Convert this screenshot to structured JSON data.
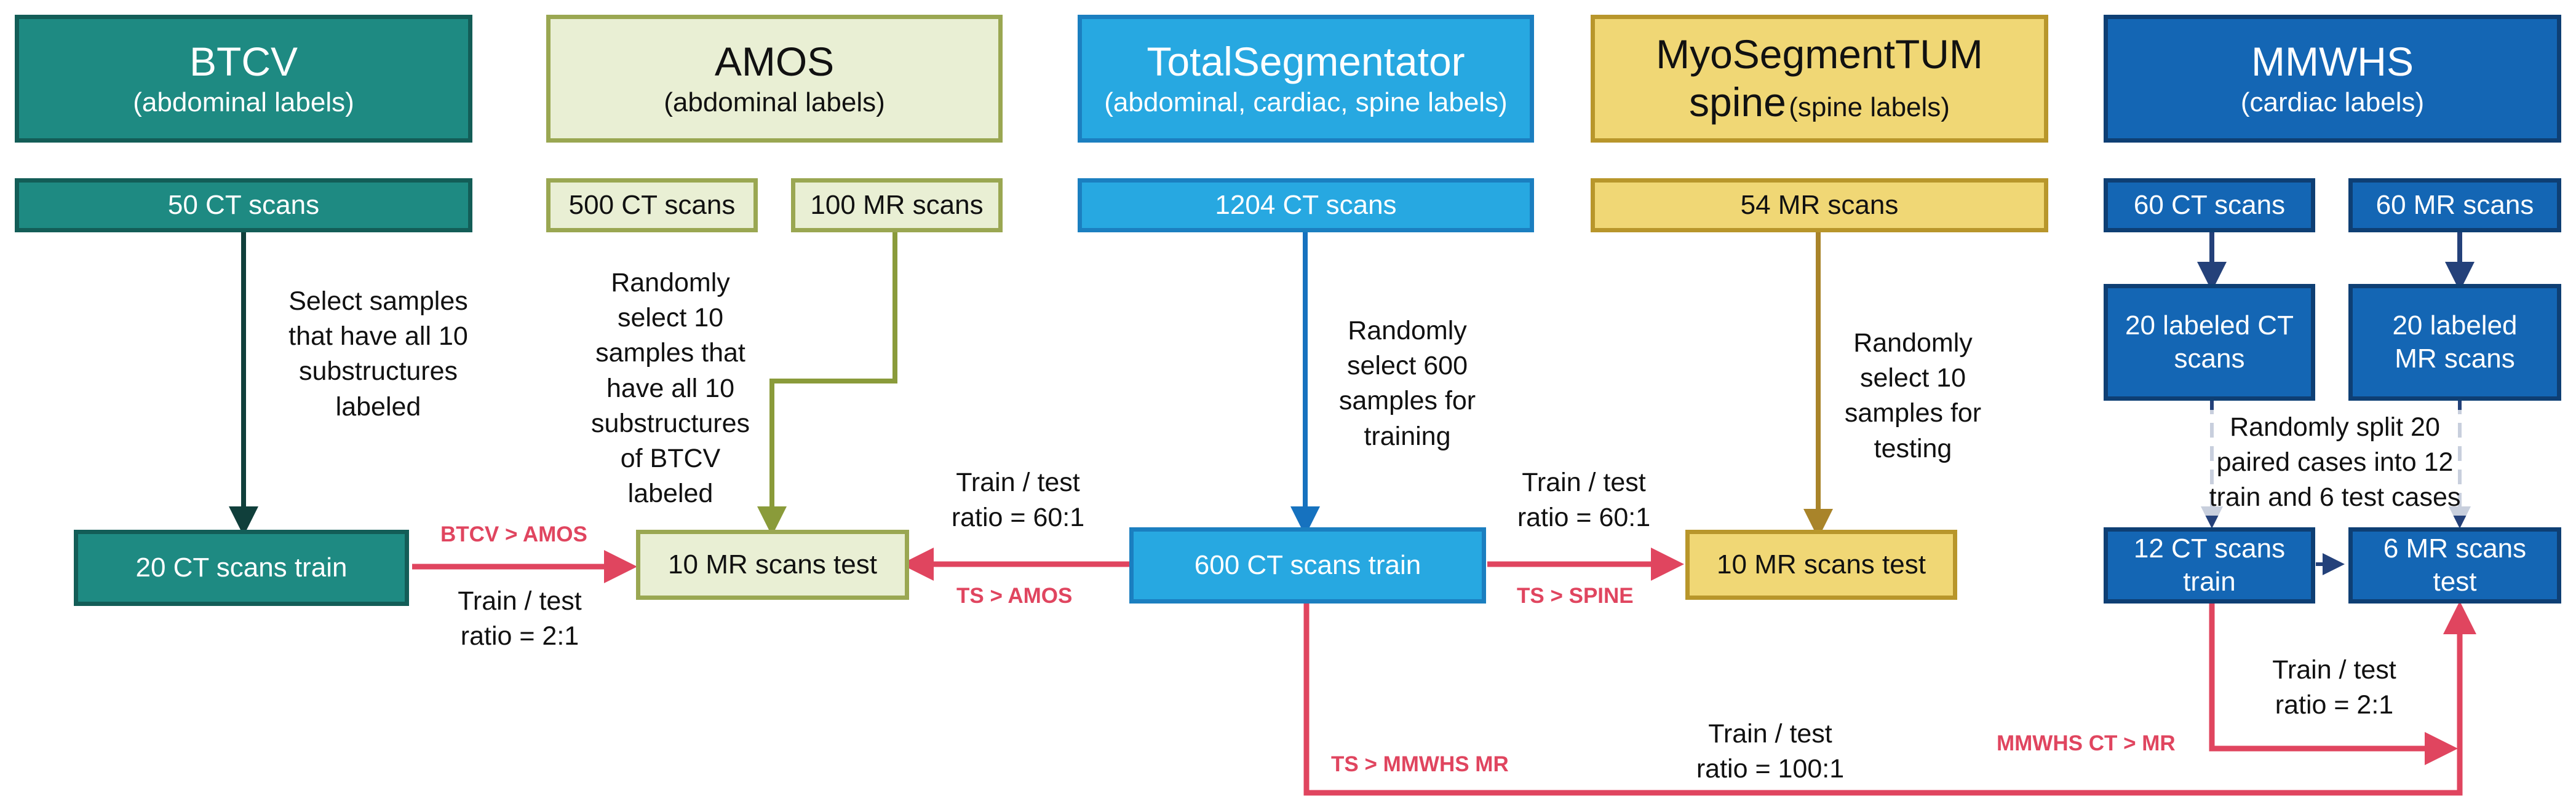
{
  "datasets": {
    "btcv": {
      "title": "BTCV",
      "subtitle": "(abdominal labels)",
      "scans": "50 CT scans",
      "note": "Select samples\nthat have all 10\nsubstructures\nlabeled",
      "train": "20 CT scans train"
    },
    "amos": {
      "title": "AMOS",
      "subtitle": "(abdominal labels)",
      "ct_scans": "500 CT scans",
      "mr_scans": "100 MR scans",
      "note": "Randomly\nselect 10\nsamples that\nhave all 10\nsubstructures\nof BTCV\nlabeled",
      "test": "10 MR scans test"
    },
    "ts": {
      "title": "TotalSegmentator",
      "subtitle": "(abdominal, cardiac, spine labels)",
      "scans": "1204 CT scans",
      "note": "Randomly\nselect 600\nsamples for\ntraining",
      "train": "600 CT scans train"
    },
    "myo": {
      "title_line1": "MyoSegmentTUM",
      "title_line2": "spine",
      "subtitle": "(spine labels)",
      "scans": "54 MR scans",
      "note": "Randomly\nselect 10\nsamples for\ntesting",
      "test": "10 MR scans test"
    },
    "mmwhs": {
      "title": "MMWHS",
      "subtitle": "(cardiac labels)",
      "ct_scans": "60 CT scans",
      "mr_scans": "60 MR scans",
      "ct_labeled": "20 labeled CT\nscans",
      "mr_labeled": "20 labeled\nMR scans",
      "note": "Randomly split 20\npaired cases into 12\ntrain and 6 test cases",
      "ct_train": "12 CT scans\ntrain",
      "mr_test": "6 MR scans\ntest"
    }
  },
  "transfers": {
    "btcv_amos": {
      "label": "BTCV > AMOS",
      "ratio": "Train / test\nratio = 2:1"
    },
    "ts_amos": {
      "label": "TS > AMOS",
      "ratio": "Train / test\nratio = 60:1"
    },
    "ts_spine": {
      "label": "TS > SPINE",
      "ratio": "Train / test\nratio = 60:1"
    },
    "ts_mmwhs": {
      "label": "TS > MMWHS MR",
      "ratio": "Train / test\nratio = 100:1"
    },
    "mmwhs_ct_mr": {
      "label": "MMWHS CT > MR",
      "ratio": "Train / test\nratio = 2:1"
    }
  },
  "colors": {
    "btcv": "#1e8a82",
    "amos": "#e9efd4",
    "ts": "#27a8e1",
    "myo": "#f0d775",
    "mmwhs": "#1466b4",
    "transfer": "#e0455f"
  }
}
